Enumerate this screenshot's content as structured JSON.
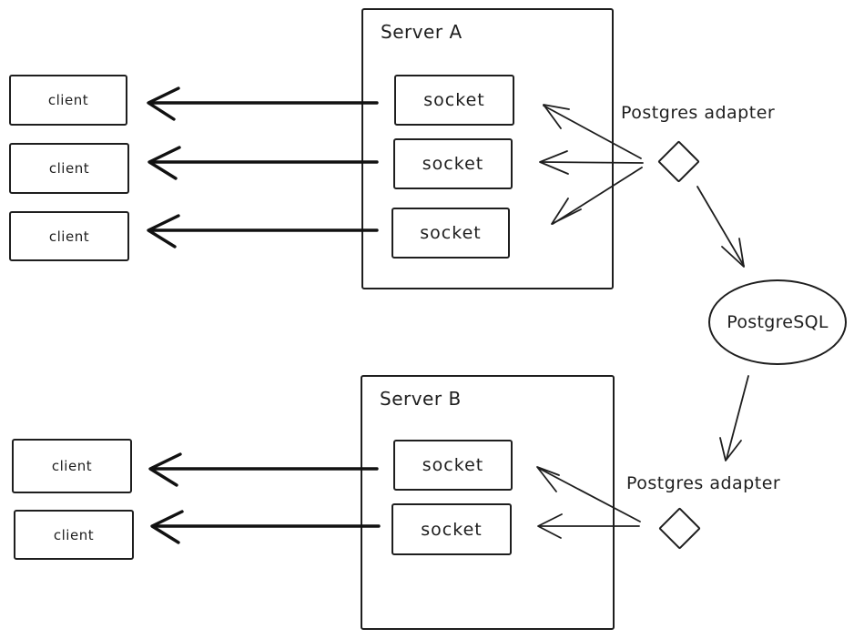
{
  "diagram": {
    "server_a": {
      "label": "Server A",
      "sockets": [
        {
          "label": "socket"
        },
        {
          "label": "socket"
        },
        {
          "label": "socket"
        }
      ]
    },
    "server_b": {
      "label": "Server B",
      "sockets": [
        {
          "label": "socket"
        },
        {
          "label": "socket"
        }
      ]
    },
    "clients_a": [
      {
        "label": "client"
      },
      {
        "label": "client"
      },
      {
        "label": "client"
      }
    ],
    "clients_b": [
      {
        "label": "client"
      },
      {
        "label": "client"
      }
    ],
    "adapters": [
      {
        "label": "Postgres adapter"
      },
      {
        "label": "Postgres adapter"
      }
    ],
    "database": {
      "label": "PostgreSQL"
    },
    "edges": [
      {
        "from": "server-a-socket-1",
        "to": "client-a-1"
      },
      {
        "from": "server-a-socket-2",
        "to": "client-a-2"
      },
      {
        "from": "server-a-socket-3",
        "to": "client-a-3"
      },
      {
        "from": "postgres-adapter-1",
        "to": "server-a-socket-1"
      },
      {
        "from": "postgres-adapter-1",
        "to": "server-a-socket-2"
      },
      {
        "from": "postgres-adapter-1",
        "to": "server-a-socket-3"
      },
      {
        "from": "postgres-adapter-1",
        "to": "postgresql"
      },
      {
        "from": "postgresql",
        "to": "postgres-adapter-2"
      },
      {
        "from": "postgres-adapter-2",
        "to": "server-b-socket-1"
      },
      {
        "from": "postgres-adapter-2",
        "to": "server-b-socket-2"
      },
      {
        "from": "server-b-socket-1",
        "to": "client-b-1"
      },
      {
        "from": "server-b-socket-2",
        "to": "client-b-2"
      }
    ],
    "colors": {
      "stroke": "#1e1e1e",
      "background": "#ffffff"
    }
  }
}
